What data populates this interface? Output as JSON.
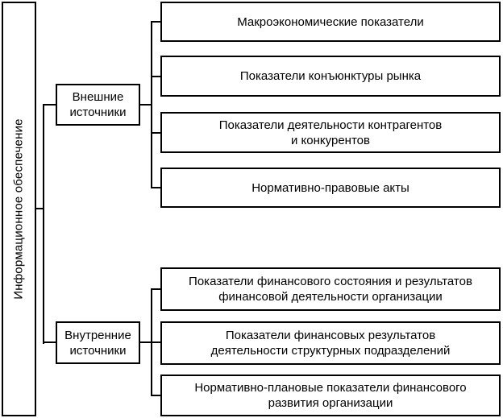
{
  "colors": {
    "line": "#000000",
    "text": "#000000",
    "background": "#ffffff"
  },
  "diagram": {
    "root": {
      "label": "Информационное обеспечение"
    },
    "external": {
      "label_lines": [
        "Внешние",
        "источники"
      ],
      "children": [
        {
          "lines": [
            "Макроэкономические показатели"
          ]
        },
        {
          "lines": [
            "Показатели конъюнктуры рынка"
          ]
        },
        {
          "lines": [
            "Показатели деятельности контрагентов",
            "и конкурентов"
          ]
        },
        {
          "lines": [
            "Нормативно-правовые акты"
          ]
        }
      ]
    },
    "internal": {
      "label_lines": [
        "Внутренние",
        "источники"
      ],
      "children": [
        {
          "lines": [
            "Показатели финансового состояния и результатов",
            "финансовой деятельности организации"
          ]
        },
        {
          "lines": [
            "Показатели финансовых результатов",
            "деятельности структурных подразделений"
          ]
        },
        {
          "lines": [
            "Нормативно-плановые показатели финансового",
            "развития организации"
          ]
        }
      ]
    }
  }
}
